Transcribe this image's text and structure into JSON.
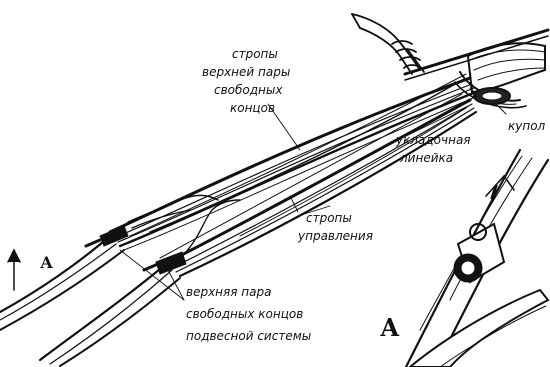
{
  "labels": {
    "upper_lines": [
      "стропы",
      "верхней пары",
      "свободных",
      "концов"
    ],
    "canopy": "купол",
    "ruler": [
      "укладочная",
      "линейка"
    ],
    "control_lines": [
      "стропы",
      "управления"
    ],
    "upper_risers": [
      "верхняя пара",
      "свободных концов",
      "подвесной системы"
    ],
    "marker_left": "А",
    "marker_inset": "А"
  }
}
